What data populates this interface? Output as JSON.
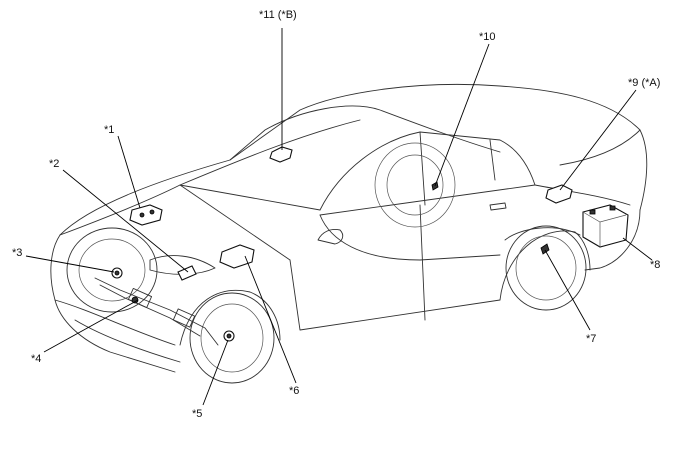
{
  "diagram": {
    "callouts": [
      {
        "id": "c1",
        "text": "*1"
      },
      {
        "id": "c2",
        "text": "*2"
      },
      {
        "id": "c3",
        "text": "*3"
      },
      {
        "id": "c4",
        "text": "*4"
      },
      {
        "id": "c5",
        "text": "*5"
      },
      {
        "id": "c6",
        "text": "*6"
      },
      {
        "id": "c7",
        "text": "*7"
      },
      {
        "id": "c8",
        "text": "*8"
      },
      {
        "id": "c9",
        "text": "*9 (*A)"
      },
      {
        "id": "c10",
        "text": "*10"
      },
      {
        "id": "c11",
        "text": "*11 (*B)"
      }
    ]
  }
}
